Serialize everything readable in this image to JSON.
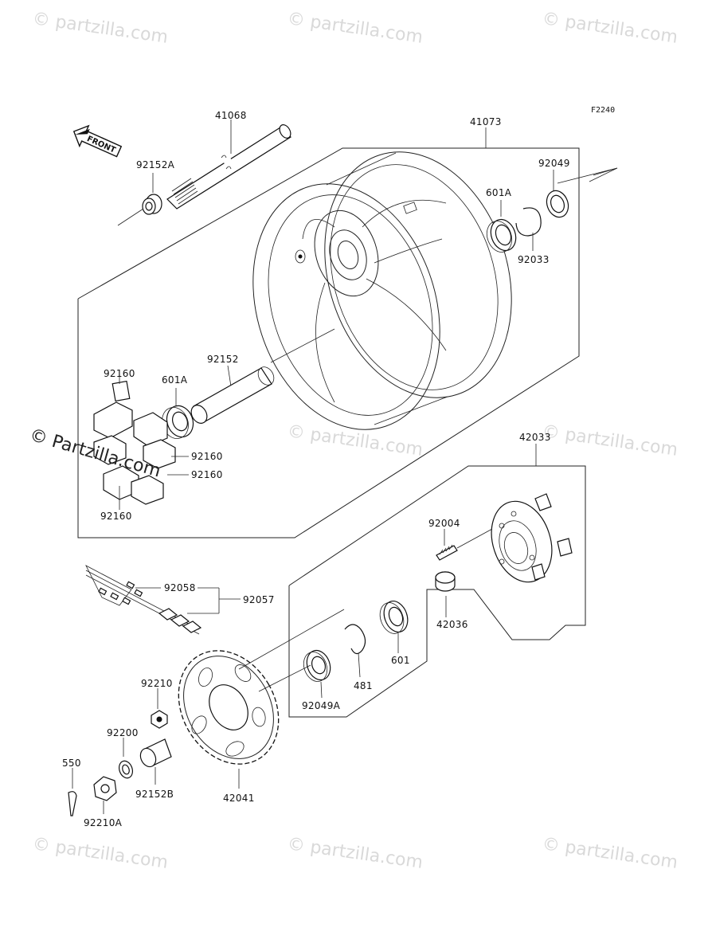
{
  "diagram_code": "F2240",
  "front_arrow_label": "FRONT",
  "watermarks": {
    "text": "© Partzilla.com",
    "faint_text": "© partzilla.com"
  },
  "labels": {
    "p41068": "41068",
    "p41073": "41073",
    "p92152A": "92152A",
    "p92049": "92049",
    "p601A_top": "601A",
    "p92033": "92033",
    "p92152": "92152",
    "p601A_left": "601A",
    "p92160_tl": "92160",
    "p92160_r1": "92160",
    "p92160_r2": "92160",
    "p92160_bl": "92160",
    "p42033": "42033",
    "p92004": "92004",
    "p42036": "42036",
    "p92058": "92058",
    "p92057": "92057",
    "p601": "601",
    "p481": "481",
    "p92049A": "92049A",
    "p92210": "92210",
    "p92200": "92200",
    "p550": "550",
    "p92152B": "92152B",
    "p42041": "42041",
    "p92210A": "92210A"
  }
}
